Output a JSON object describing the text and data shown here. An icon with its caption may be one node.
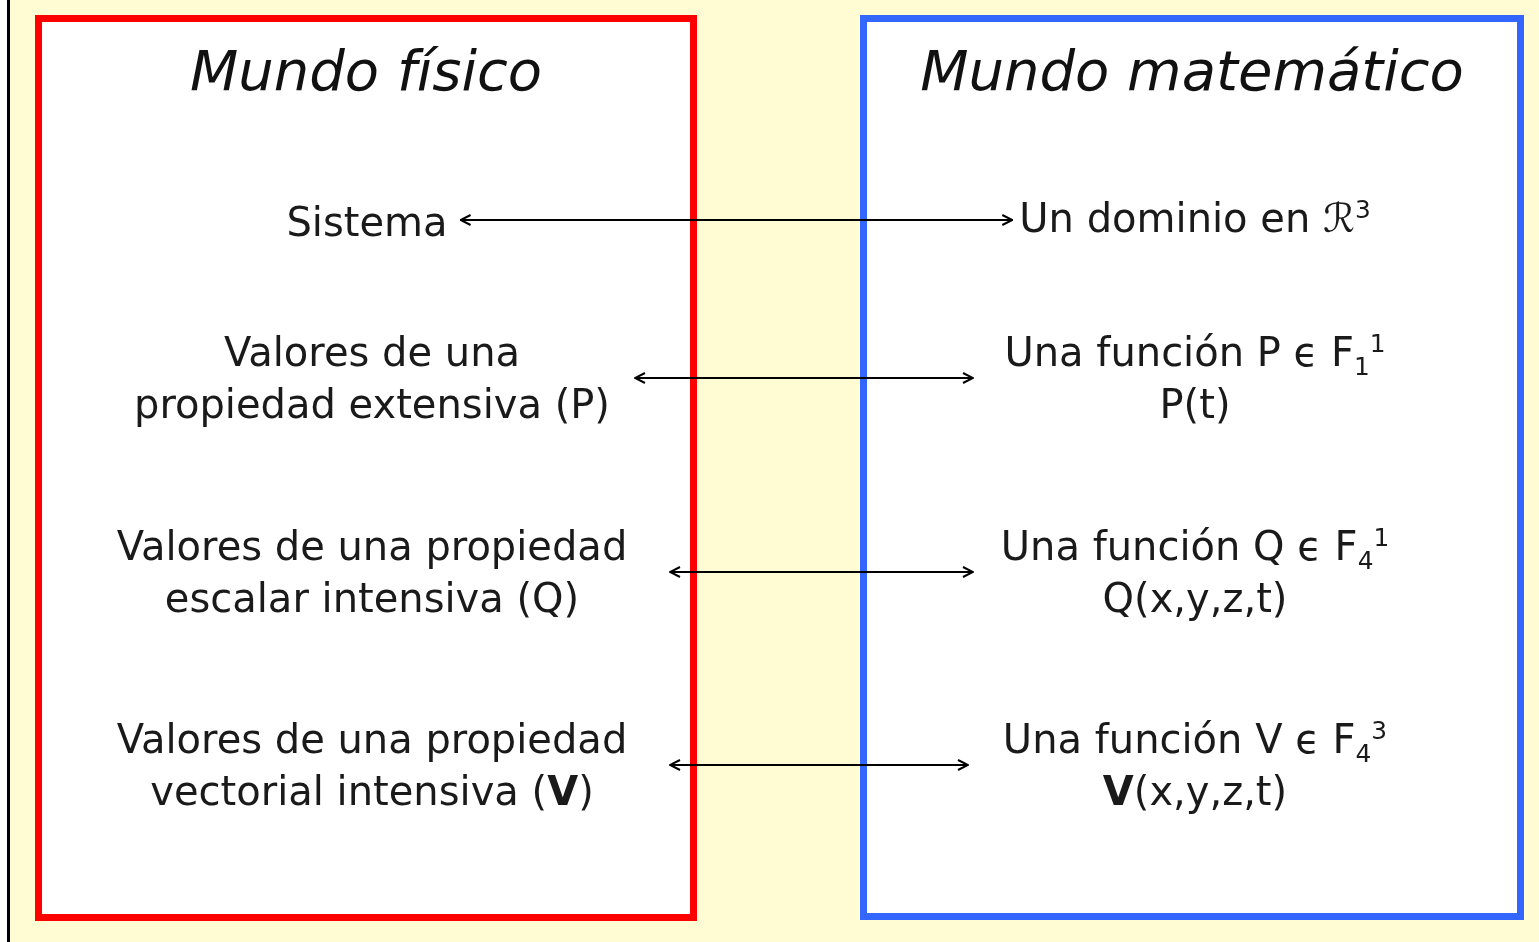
{
  "diagram": {
    "nodes": [
      {
        "text": [
          "Mundo físico"
        ]
      },
      {
        "text": [
          "Sistema"
        ],
        "in": 0
      },
      {
        "text": [
          "Valores de una propiedad extensiva (P)"
        ],
        "in": 0
      },
      {
        "text": [
          "Valores de una propiedad escalar intensiva (Q)"
        ],
        "in": 0
      },
      {
        "text": [
          "Valores de una propiedad vectorial intensiva (**V**)"
        ],
        "in": 0
      },
      {
        "text": [
          "Mundo matemático"
        ]
      },
      {
        "text": [
          "Un dominio en ℛ$^{3}$"
        ],
        "in": 5
      },
      {
        "text": [
          "Una función P ϵ F$_{1}$$^{1}$ P(t)"
        ],
        "in": 5
      },
      {
        "text": [
          "Una función Q ϵ F$_{4}$$^{1}$ Q(x,y,z,t)"
        ],
        "in": 5
      },
      {
        "text": [
          "Una función V ϵ F$_{4}$$^{3}$ **V**(x,y,z,t)"
        ],
        "in": 5
      }
    ],
    "edges": [
      {
        "from": 1,
        "to": 6,
        "arrow": "both"
      },
      {
        "from": 2,
        "to": 7,
        "arrow": "both"
      },
      {
        "from": 3,
        "to": 8,
        "arrow": "both"
      },
      {
        "from": 4,
        "to": 9,
        "arrow": "both"
      }
    ]
  }
}
